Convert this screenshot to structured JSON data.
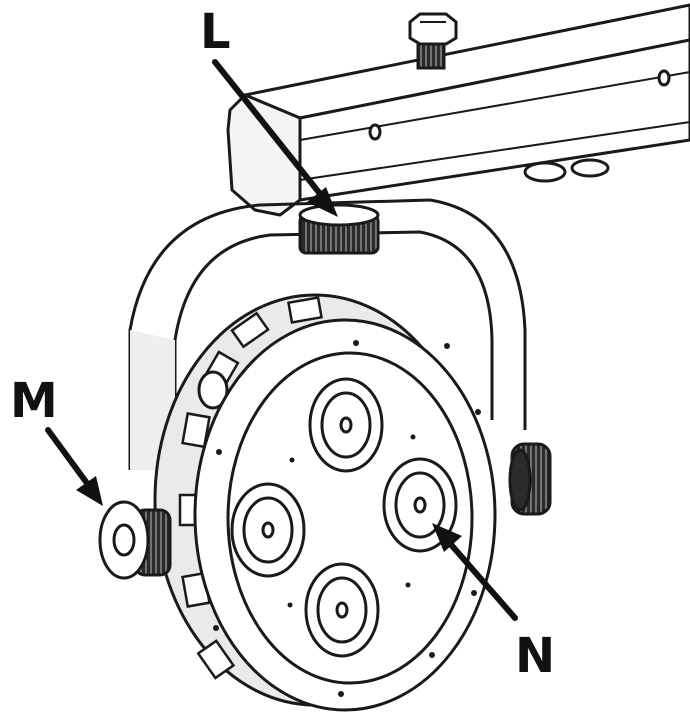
{
  "figure": {
    "callouts": [
      {
        "id": "L",
        "label": "L"
      },
      {
        "id": "M",
        "label": "M"
      },
      {
        "id": "N",
        "label": "N"
      }
    ]
  },
  "colors": {
    "line": "#1a1a1a",
    "fill_light": "#ffffff",
    "fill_shade": "#d9d9d9",
    "fill_dark": "#2b2b2b"
  }
}
